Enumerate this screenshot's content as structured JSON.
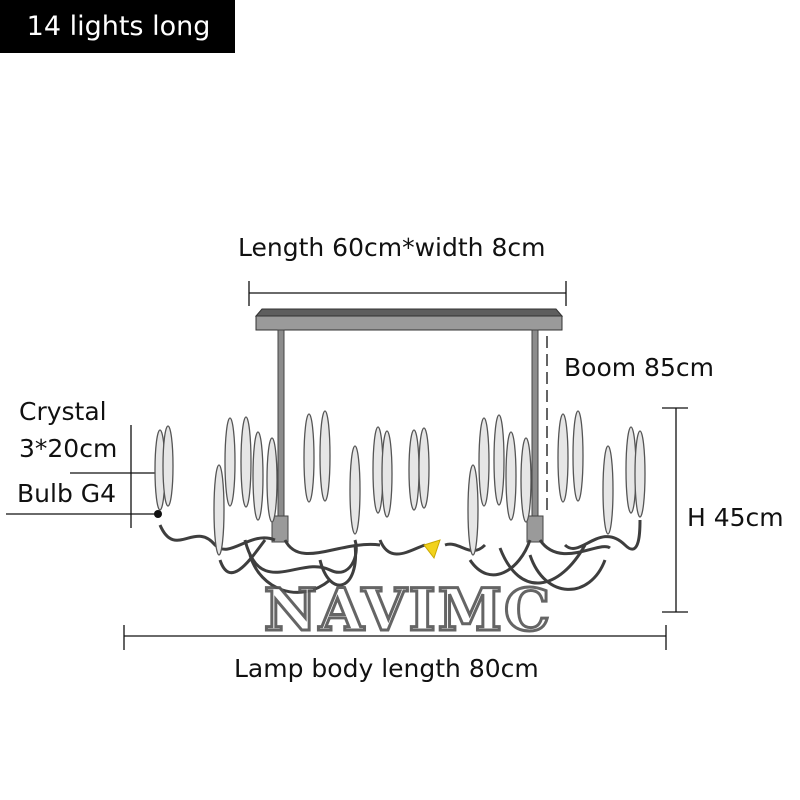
{
  "badge": {
    "label": "14 lights long"
  },
  "dimensions": {
    "canopy": "Length 60cm*width 8cm",
    "boom": "Boom 85cm",
    "crystal_line1": "Crystal",
    "crystal_line2": "3*20cm",
    "bulb": "Bulb G4",
    "height": "H 45cm",
    "body_length": "Lamp body length 80cm"
  },
  "watermark": {
    "text": "NAVIMC"
  },
  "colors": {
    "badge_bg": "#000000",
    "badge_text": "#ffffff",
    "canopy": "#9a9a9a",
    "canopy_top": "#5e5e5e",
    "arm": "#444444",
    "crystal_fill": "#e6e6e6",
    "crystal_stroke": "#555555",
    "watermark": "#6a6a6a"
  }
}
